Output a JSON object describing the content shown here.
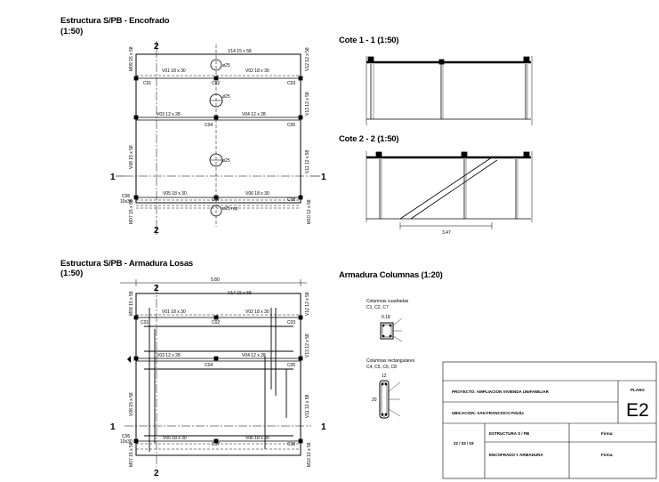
{
  "titles": {
    "encofrado": "Estructura S/PB - Encofrado",
    "encofrado_scale": "(1:50)",
    "armadura": "Estructura S/PB - Armadura Losas",
    "armadura_scale": "(1:50)",
    "corte11": "Cote 1 - 1 (1:50)",
    "corte22": "Cote 2 - 2 (1:50)",
    "columnas": "Armadura Columnas (1:20)"
  },
  "plan": {
    "v14": "V14 15 x 58",
    "v01": "V01 18 x 30",
    "v02": "V02 18 x 30",
    "v03": "V03 12 x 28",
    "v04": "V04 12 x 28",
    "v05": "V05 18 x 30",
    "v06": "V06 18 x 30",
    "v08": "V08 15 x 58",
    "v09": "M09 15 x 58",
    "v11": "V11 12 x 58",
    "v12": "V12 12 x 58",
    "v13": "V13 12 x 58",
    "c01": "C01",
    "c02": "C02",
    "c03": "C03",
    "c04": "C04",
    "c05": "C05",
    "c06": "C06",
    "c07": "C07",
    "c08": "C08",
    "c06dim": "10x30",
    "axis1": "1",
    "axis2": "2",
    "phi25": "ø25",
    "phi25rep": "ø25 rep",
    "m07": "M07 15 x 58",
    "m10": "M10 12 x 58",
    "total": "5.80",
    "cut_dim": "3.47"
  },
  "columnas": {
    "cuadradas": "Columnas cuadradas",
    "cuad_list": "C1, C2, C7",
    "rectangulares": "Columnas rectangulares",
    "rect_list": "C4, C5, C6, C8",
    "dim1": "0.18",
    "dim2": "12",
    "dim3": "20"
  },
  "titleblock": {
    "proyecto": "PROYECTO: AMPLIACION VIVIENDA UNIFAMILIAR",
    "ubicacion": "UBICACION: SAN FRANCISCO Pdoña",
    "plano_label": "PLANO",
    "plano": "E2",
    "fecha": "22 / 03 / 03",
    "estructura": "ESTRUCTURA S / PB",
    "contenido": "ENCOFRADO Y ARMADURA",
    "firma1": "Firma:",
    "firma2": "Firma:"
  }
}
